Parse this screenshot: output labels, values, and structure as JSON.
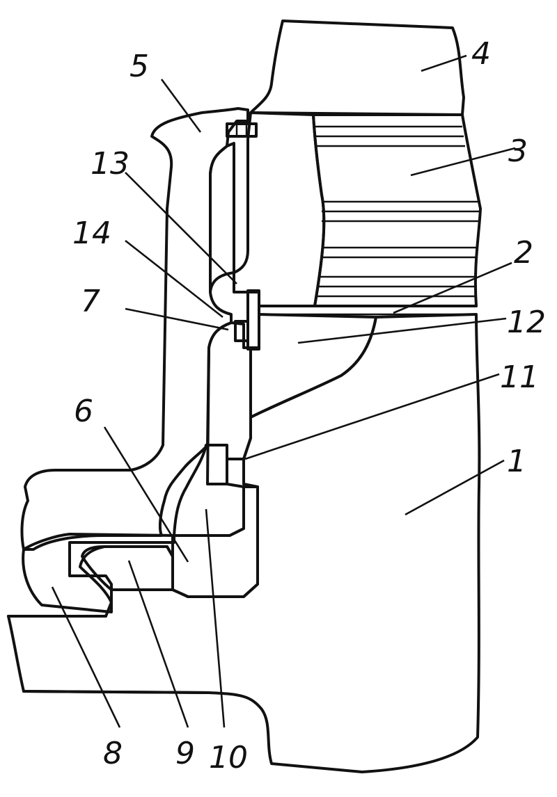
{
  "callouts": {
    "c1": "1",
    "c2": "2",
    "c3": "3",
    "c4": "4",
    "c5": "5",
    "c6": "6",
    "c7": "7",
    "c8": "8",
    "c9": "9",
    "c10": "10",
    "c11": "11",
    "c12": "12",
    "c13": "13",
    "c14": "14"
  },
  "colors": {
    "line": "#111111",
    "paper": "#ffffff"
  }
}
